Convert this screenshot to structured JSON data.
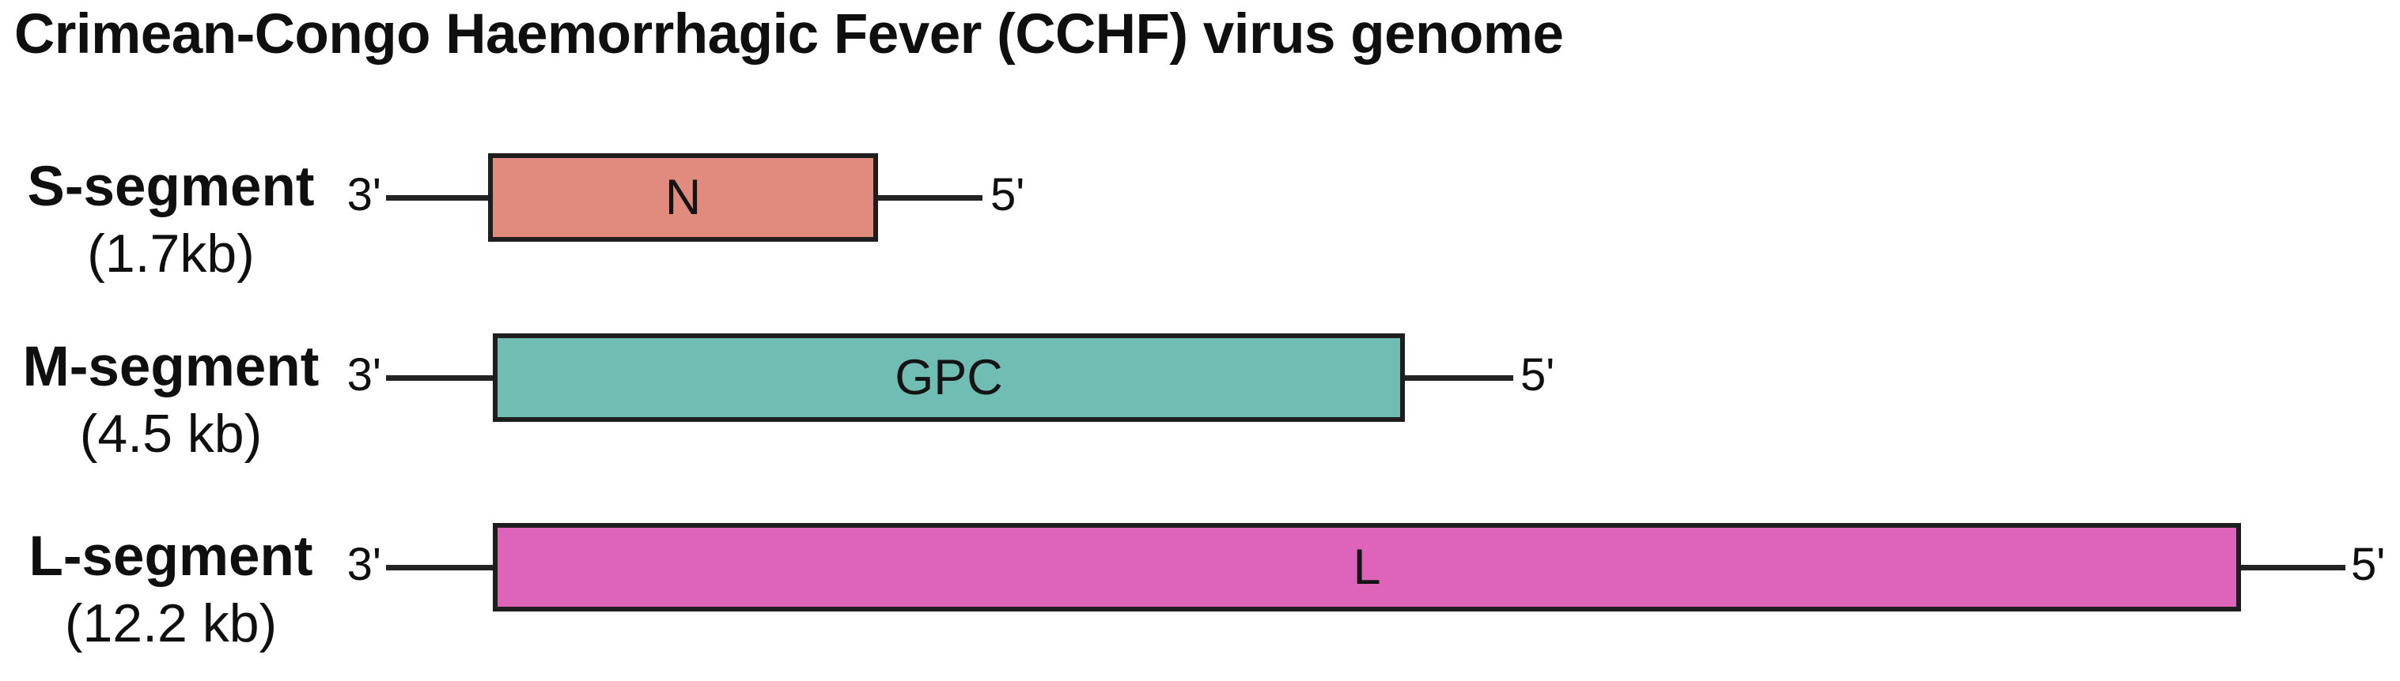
{
  "title": "Crimean-Congo Haemorrhagic Fever (CCHF) virus genome",
  "colors": {
    "segment_s_fill": "#e08b7d",
    "segment_m_fill": "#70bdb4",
    "segment_l_fill": "#dd64b8",
    "box_outline": "#1e1e1e",
    "line": "#232323",
    "text": "#0f0f0f",
    "background": "#ffffff"
  },
  "segments": [
    {
      "name": "S-segment",
      "size": "(1.7kb)",
      "gene": "N",
      "left_end": "3'",
      "right_end": "5'",
      "fill": "#e08b7d"
    },
    {
      "name": "M-segment",
      "size": "(4.5 kb)",
      "gene": "GPC",
      "left_end": "3'",
      "right_end": "5'",
      "fill": "#70bdb4"
    },
    {
      "name": "L-segment",
      "size": "(12.2 kb)",
      "gene": "L",
      "left_end": "3'",
      "right_end": "5'",
      "fill": "#dd64b8"
    }
  ]
}
